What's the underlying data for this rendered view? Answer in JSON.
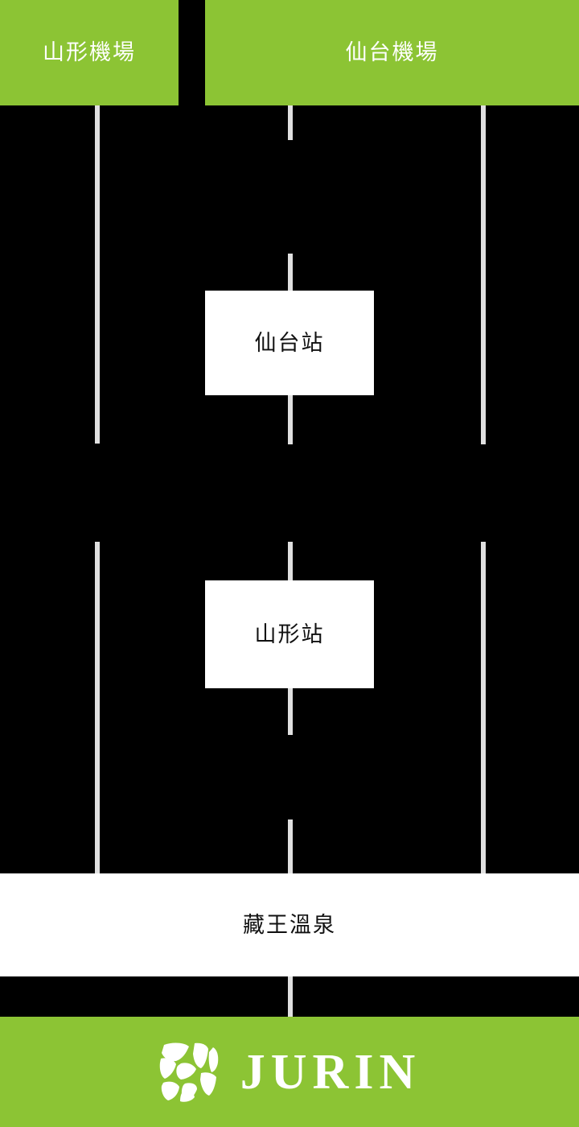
{
  "diagram": {
    "background_color": "#000000",
    "accent_color": "#8CC434",
    "line_color": "#e0e0e0",
    "headers": [
      {
        "label": "山形機場",
        "name": "header-yamagata-airport"
      },
      {
        "label": "仙台機場",
        "name": "header-sendai-airport"
      }
    ],
    "stations": [
      {
        "label": "仙台站",
        "name": "station-sendai"
      },
      {
        "label": "山形站",
        "name": "station-yamagata"
      }
    ],
    "destination": {
      "label": "藏王溫泉",
      "name": "destination-zao-onsen"
    }
  },
  "footer": {
    "brand": "JURIN",
    "logo_icon": "stone-mosaic-icon",
    "background_color": "#8CC434"
  }
}
